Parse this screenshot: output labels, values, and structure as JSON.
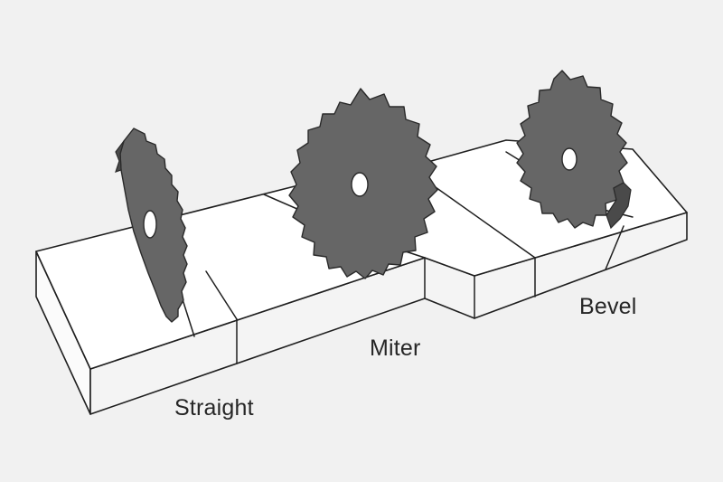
{
  "labels": {
    "straight": "Straight",
    "miter": "Miter",
    "bevel": "Bevel"
  },
  "colors": {
    "background": "#f1f1f1",
    "board": "#ffffff",
    "blade": "#666666",
    "outline": "#1f1f1f"
  },
  "illustration": {
    "board": "board-icon",
    "blades": [
      "saw-blade-icon",
      "saw-blade-icon",
      "saw-blade-icon"
    ]
  }
}
